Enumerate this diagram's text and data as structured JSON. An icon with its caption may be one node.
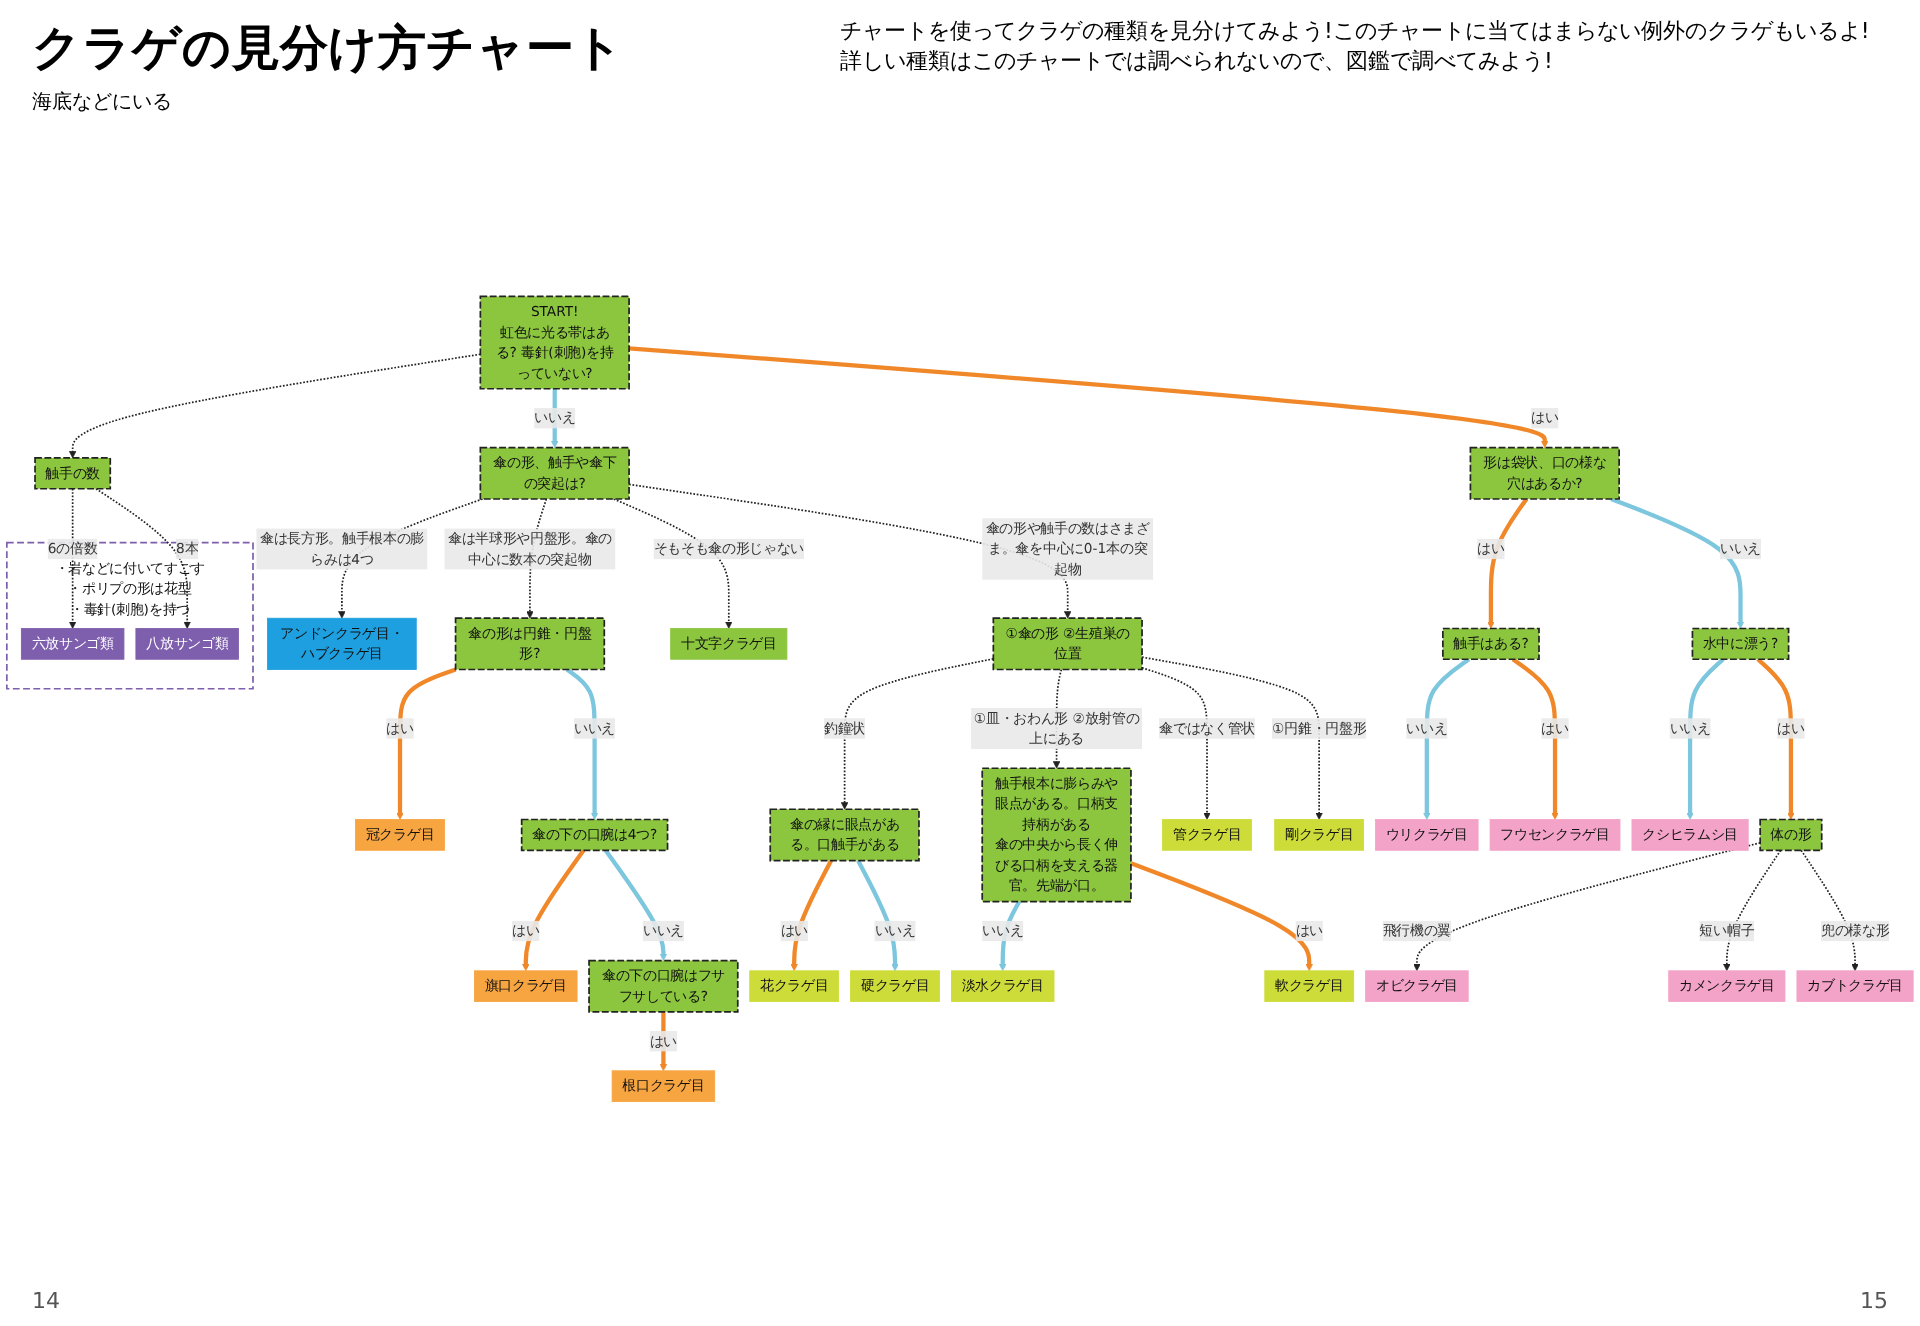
{
  "diagram": {
    "title": "クラゲの見分け方チャート",
    "nodes": [
      {
        "text": [
          "START!",
          "虹色に光る帯はある? 毒針(刺胞)を持っていない?"
        ]
      },
      {
        "text": [
          "触手の数"
        ]
      },
      {
        "text": [
          "・岩などに付いてすごす",
          "・ポリプの形は花型",
          "・毒針(刺胞)を持つ"
        ]
      },
      {
        "text": [
          "六放サンゴ類"
        ],
        "in": 2
      },
      {
        "text": [
          "八放サンゴ類"
        ],
        "in": 2
      },
      {
        "text": [
          "形は袋状、口の様な穴はあるか?"
        ]
      },
      {
        "text": [
          "傘の形、触手や傘下の突起は?"
        ]
      },
      {
        "text": [
          "触手はある?"
        ]
      },
      {
        "text": [
          "水中に漂う?"
        ]
      },
      {
        "text": [
          "体の形"
        ]
      },
      {
        "text": [
          "ウリクラゲ目"
        ]
      },
      {
        "text": [
          "フウセンクラゲ目"
        ]
      },
      {
        "text": [
          "クシヒラムシ目"
        ]
      },
      {
        "text": [
          "オビクラゲ目"
        ]
      },
      {
        "text": [
          "カメンクラゲ目"
        ]
      },
      {
        "text": [
          "カブトクラゲ目"
        ]
      },
      {
        "text": [
          "十文字クラゲ目"
        ]
      },
      {
        "text": [
          "傘の形は円錐・円盤形?"
        ]
      },
      {
        "text": [
          "①傘の形 ②生殖巣の位置"
        ]
      },
      {
        "text": [
          "傘の縁に眼点がある。口触手がある"
        ]
      },
      {
        "text": [
          "傘の下の口腕は4つ?"
        ]
      },
      {
        "text": [
          "傘の下の口腕はフサフサしている?"
        ]
      },
      {
        "text": [
          "触手根本に膨らみや眼点がある。口柄支持柄がある",
          "傘の中央から長く伸びる口柄を支える器官。先端が口。"
        ]
      },
      {
        "text": [
          "アンドンクラゲ目・ハブクラゲ目"
        ]
      },
      {
        "text": [
          "冠クラゲ目"
        ]
      },
      {
        "text": [
          "旗口クラゲ目"
        ]
      },
      {
        "text": [
          "根口クラゲ目"
        ]
      },
      {
        "text": [
          "管クラゲ目"
        ]
      },
      {
        "text": [
          "剛クラゲ目"
        ]
      },
      {
        "text": [
          "花クラゲ目"
        ]
      },
      {
        "text": [
          "硬クラゲ目"
        ]
      },
      {
        "text": [
          "淡水クラゲ目"
        ]
      },
      {
        "text": [
          "軟クラゲ目"
        ]
      }
    ],
    "edges": [
      {
        "from": 0,
        "to": 1,
        "arrow": "to",
        "style": "dashed"
      },
      {
        "from": 0,
        "to": 6,
        "arrow": "to",
        "label": "いいえ",
        "color": "#7cc6de"
      },
      {
        "from": 0,
        "to": 5,
        "arrow": "to",
        "label": "はい",
        "color": "#f0882a"
      },
      {
        "from": 1,
        "to": 3,
        "arrow": "to",
        "label": "6の倍数",
        "style": "dashed"
      },
      {
        "from": 1,
        "to": 4,
        "arrow": "to",
        "label": "8本",
        "style": "dashed"
      },
      {
        "from": 5,
        "to": 7,
        "arrow": "to",
        "label": "はい",
        "color": "#f0882a"
      },
      {
        "from": 5,
        "to": 8,
        "arrow": "to",
        "label": "いいえ",
        "color": "#7cc6de"
      },
      {
        "from": 7,
        "to": 10,
        "arrow": "to",
        "label": "いいえ",
        "color": "#7cc6de"
      },
      {
        "from": 7,
        "to": 11,
        "arrow": "to",
        "label": "はい",
        "color": "#f0882a"
      },
      {
        "from": 8,
        "to": 12,
        "arrow": "to",
        "label": "いいえ",
        "color": "#7cc6de"
      },
      {
        "from": 8,
        "to": 9,
        "arrow": "to",
        "label": "はい",
        "color": "#f0882a"
      },
      {
        "from": 9,
        "to": 13,
        "arrow": "to",
        "label": "飛行機の翼",
        "style": "dashed"
      },
      {
        "from": 9,
        "to": 14,
        "arrow": "to",
        "label": "短い帽子",
        "style": "dashed"
      },
      {
        "from": 9,
        "to": 15,
        "arrow": "to",
        "label": "兜の様な形",
        "style": "dashed"
      },
      {
        "from": 6,
        "to": 23,
        "arrow": "to",
        "label": "傘は長方形。触手根本の膨らみは4つ",
        "style": "dashed"
      },
      {
        "from": 6,
        "to": 17,
        "arrow": "to",
        "label": "傘は半球形や円盤形。傘の中心に数本の突起物",
        "style": "dashed"
      },
      {
        "from": 6,
        "to": 16,
        "arrow": "to",
        "label": "そもそも傘の形じゃない",
        "style": "dashed"
      },
      {
        "from": 6,
        "to": 18,
        "arrow": "to",
        "label": "傘の形や触手の数はさまざま。傘を中心に0-1本の突起物",
        "style": "dashed"
      },
      {
        "from": 17,
        "to": 24,
        "arrow": "to",
        "label": "はい",
        "color": "#f0882a"
      },
      {
        "from": 17,
        "to": 20,
        "arrow": "to",
        "label": "いいえ",
        "color": "#7cc6de"
      },
      {
        "from": 20,
        "to": 25,
        "arrow": "to",
        "label": "はい",
        "color": "#f0882a"
      },
      {
        "from": 20,
        "to": 21,
        "arrow": "to",
        "label": "いいえ",
        "color": "#7cc6de"
      },
      {
        "from": 21,
        "to": 26,
        "arrow": "to",
        "label": "はい",
        "color": "#f0882a"
      },
      {
        "from": 18,
        "to": 19,
        "arrow": "to",
        "label": "釣鐘状",
        "style": "dashed"
      },
      {
        "from": 18,
        "to": 22,
        "arrow": "to",
        "label": "①皿・おわん形 ②放射管の上にある",
        "style": "dashed"
      },
      {
        "from": 18,
        "to": 27,
        "arrow": "to",
        "label": "傘ではなく管状",
        "style": "dashed"
      },
      {
        "from": 18,
        "to": 28,
        "arrow": "to",
        "label": "①円錐・円盤形",
        "style": "dashed"
      },
      {
        "from": 19,
        "to": 29,
        "arrow": "to",
        "label": "はい",
        "color": "#f0882a"
      },
      {
        "from": 19,
        "to": 30,
        "arrow": "to",
        "label": "いいえ",
        "color": "#7cc6de"
      },
      {
        "from": 22,
        "to": 31,
        "arrow": "to",
        "label": "いいえ",
        "color": "#7cc6de"
      },
      {
        "from": 22,
        "to": 32,
        "arrow": "to",
        "label": "はい",
        "color": "#f0882a"
      }
    ],
    "labels": [
      "チャートを使ってクラゲの種類を見分けてみよう!このチャートに当てはまらない例外のクラゲもいるよ!詳しい種類はこのチャートでは調べられないので、図鑑で調べてみよう!",
      "海底などにいる",
      "14",
      "15"
    ]
  }
}
